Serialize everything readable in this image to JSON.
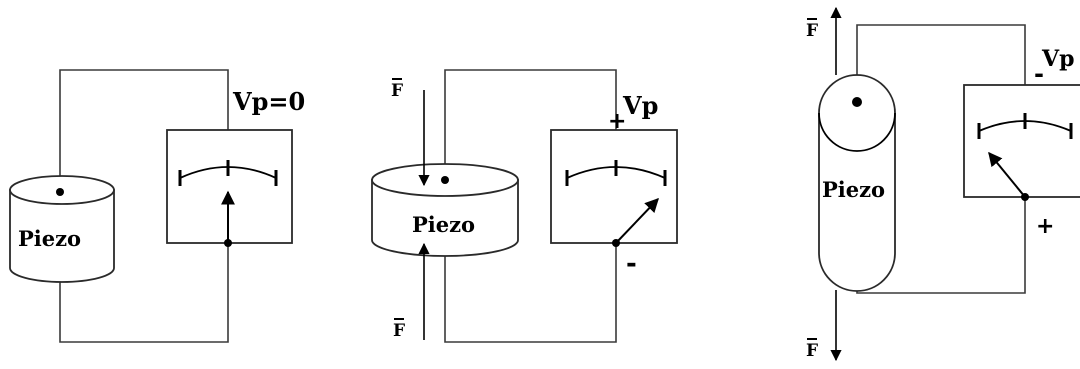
{
  "circuit_1": {
    "piezo_label": "Piezo",
    "voltage_label": "Vp=0"
  },
  "circuit_2": {
    "piezo_label": "Piezo",
    "voltage_label": "Vp",
    "top_sign": "+",
    "bottom_sign": "-",
    "force_top_label": "F",
    "force_bottom_label": "F"
  },
  "circuit_3": {
    "piezo_label": "Piezo",
    "voltage_label": "Vp",
    "top_sign": "-",
    "bottom_sign": "+",
    "force_top_label": "F",
    "force_bottom_label": "F"
  }
}
